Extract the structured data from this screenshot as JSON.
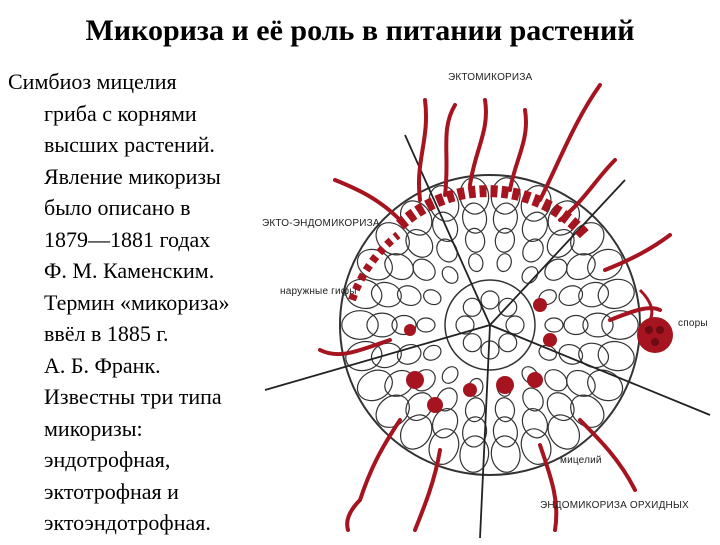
{
  "slide": {
    "title": "Микориза и её роль в питании растений",
    "lines": [
      "Симбиоз мицелия",
      "гриба с корнями",
      "высших растений.",
      "Явление микоризы",
      "было описано в",
      "1879—1881 годах",
      "Ф. М. Каменским.",
      "Термин «микориза»",
      "ввёл в 1885 г.",
      "А. Б. Франк.",
      "Известны три типа",
      "микоризы:",
      "эндотрофная,",
      "эктотрофная и",
      "эктоэндотрофная."
    ]
  },
  "figure": {
    "labels": {
      "ecto": "ЭКТОМИКОРИЗА",
      "ecto_endo": "ЭКТО-ЭНДОМИКОРИЗА",
      "outer_hyphae": "наружные гифы",
      "spores": "споры",
      "mycelium": "мицелий",
      "orchid": "ЭНДОМИКОРИЗА ОРХИДНЫХ"
    },
    "colors": {
      "fungus": "#a5141f",
      "fungus_dark": "#6e0a12",
      "cells": "#333333"
    }
  }
}
